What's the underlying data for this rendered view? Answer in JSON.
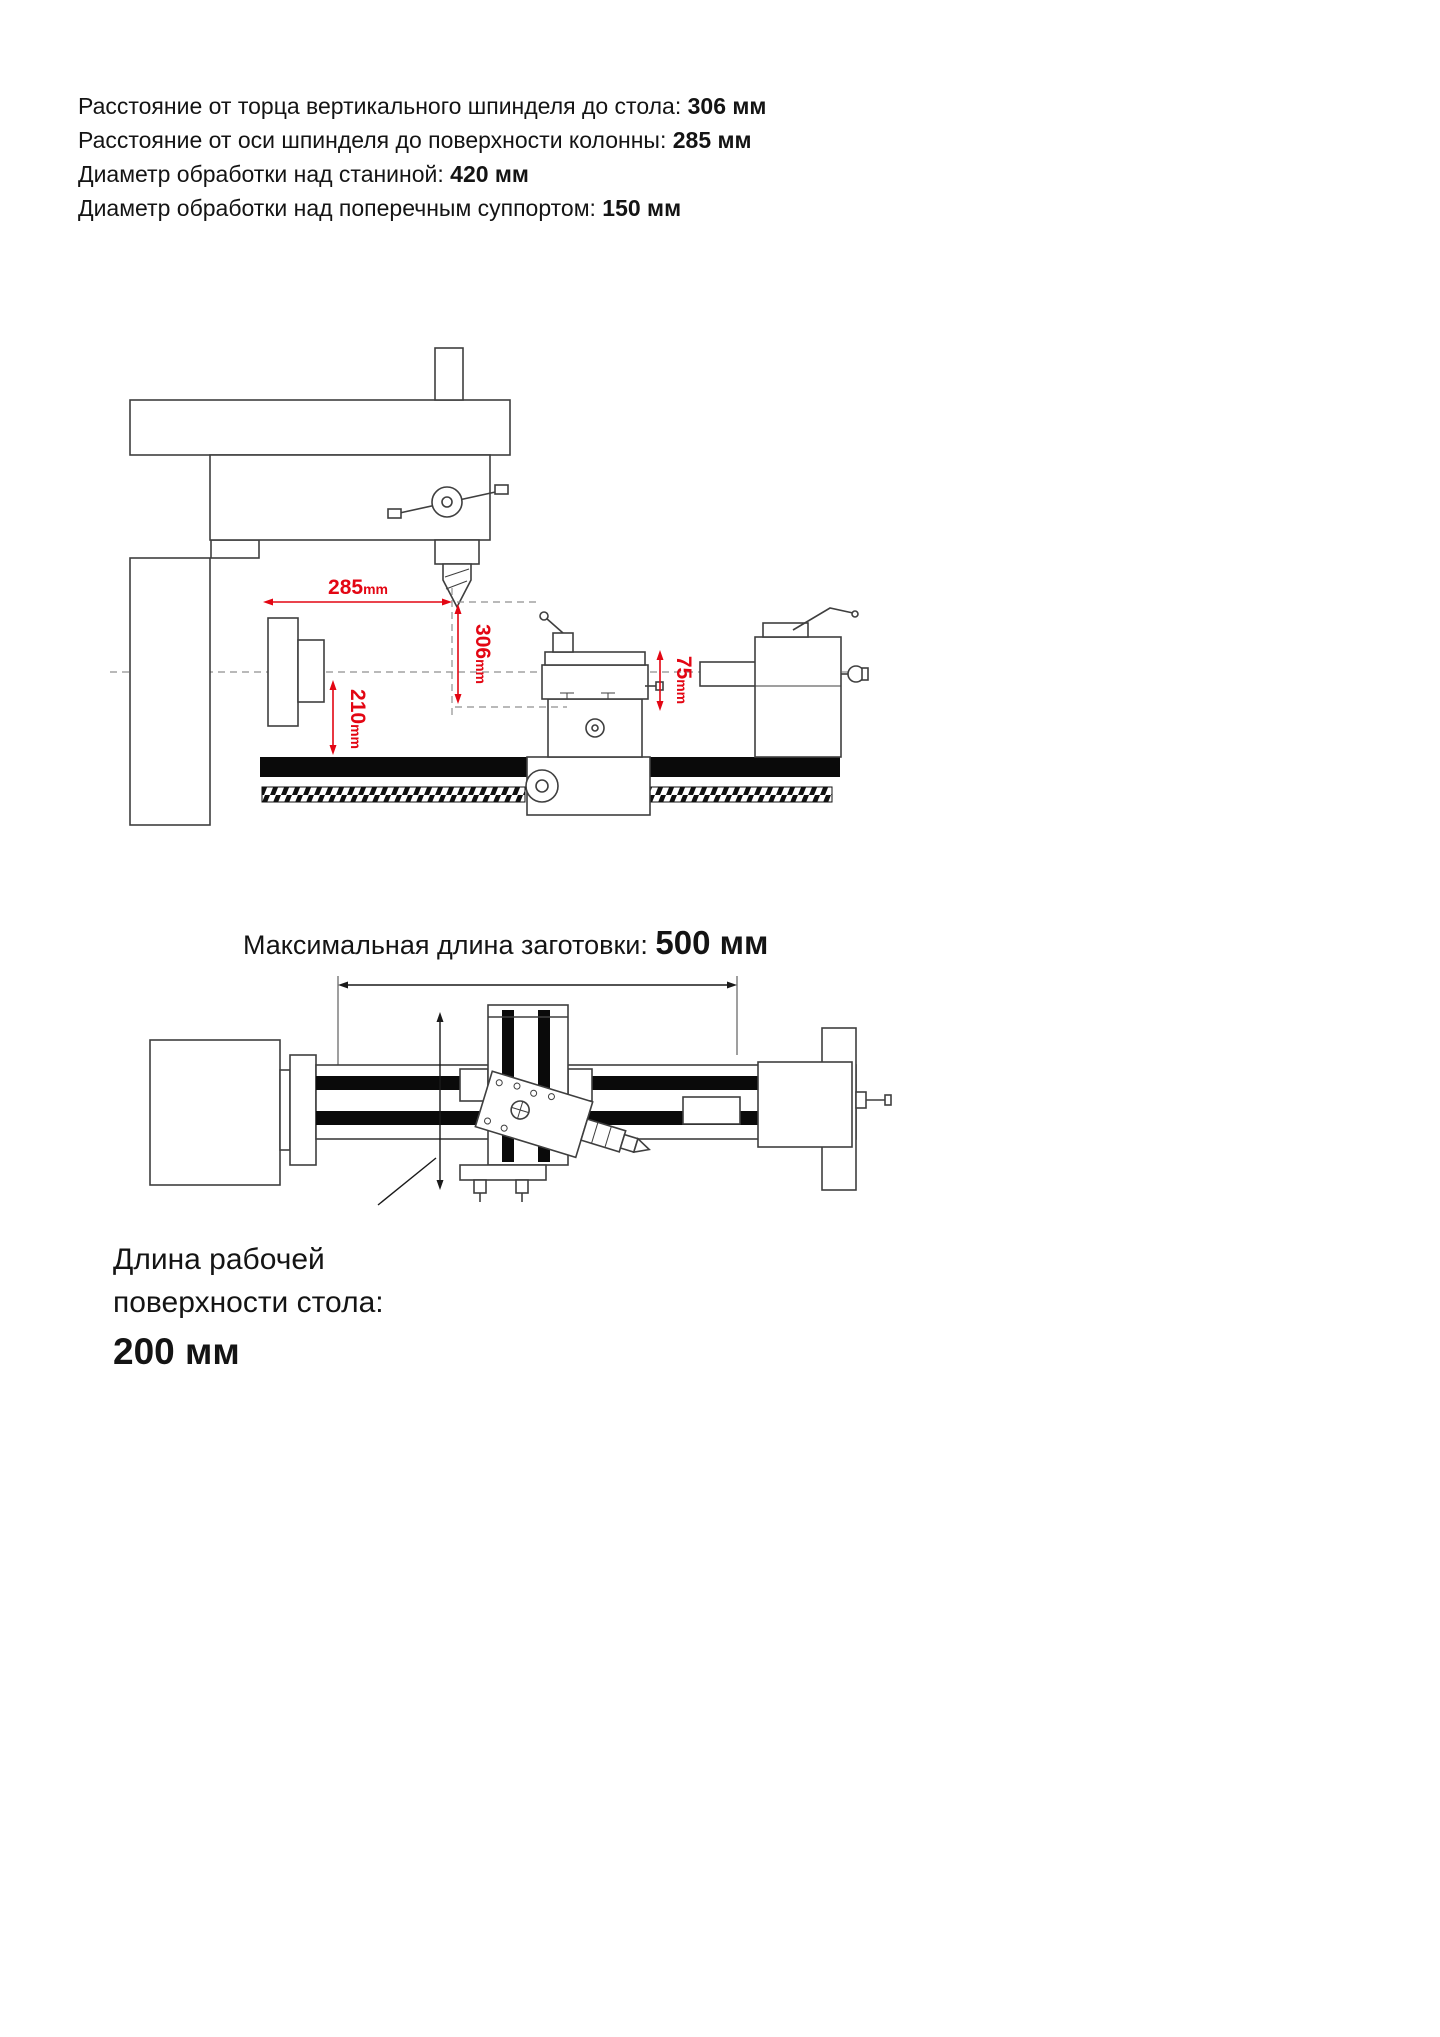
{
  "specs": [
    {
      "label": "Расстояние от торца вертикального шпинделя до стола: ",
      "value": "306 мм"
    },
    {
      "label": "Расстояние от оси шпинделя до поверхности колонны: ",
      "value": "285 мм"
    },
    {
      "label": "Диаметр обработки над станиной: ",
      "value": "420 мм"
    },
    {
      "label": "Диаметр обработки над поперечным суппортом: ",
      "value": "150 мм"
    }
  ],
  "side_diagram": {
    "dim_285": {
      "value": "285",
      "unit": "mm"
    },
    "dim_306": {
      "value": "306",
      "unit": "mm"
    },
    "dim_210": {
      "value": "210",
      "unit": "mm"
    },
    "dim_75": {
      "value": "75",
      "unit": "mm"
    }
  },
  "max_workpiece": {
    "label": "Максимальная длина заготовки: ",
    "value": "500 мм"
  },
  "table_surface": {
    "label_line1": "Длина рабочей",
    "label_line2": "поверхности стола:",
    "value": "200 мм"
  },
  "colors": {
    "dimension_red": "#e30613",
    "drawing_line": "#3f3f3f",
    "text": "#141414",
    "background": "#ffffff"
  }
}
